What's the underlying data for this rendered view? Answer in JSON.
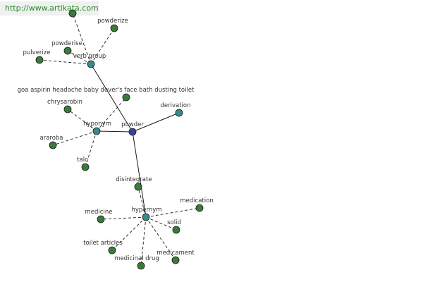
{
  "watermark": "http://www.artikata.com",
  "colors": {
    "center": "#3a44a0",
    "relation": "#3a8a8a",
    "leaf": "#3a7a3a",
    "edge": "#1a1a1a"
  },
  "nodes": [
    {
      "id": "powder",
      "label": "powder",
      "kind": "center"
    },
    {
      "id": "verb_group",
      "label": "verb group",
      "kind": "relation"
    },
    {
      "id": "hyponym",
      "label": "hyponym",
      "kind": "relation"
    },
    {
      "id": "derivation",
      "label": "derivation",
      "kind": "relation"
    },
    {
      "id": "hypernym",
      "label": "hypernym",
      "kind": "relation"
    },
    {
      "id": "powderize",
      "label": "powderize",
      "kind": "leaf"
    },
    {
      "id": "powderise",
      "label": "powderise",
      "kind": "leaf"
    },
    {
      "id": "pulverize",
      "label": "pulverize",
      "kind": "leaf"
    },
    {
      "id": "vg_top",
      "label": "",
      "kind": "leaf"
    },
    {
      "id": "goa",
      "label": "goa aspirin headache baby dover's face bath dusting toilet",
      "kind": "leaf"
    },
    {
      "id": "chrysarobin",
      "label": "chrysarobin",
      "kind": "leaf"
    },
    {
      "id": "araroba",
      "label": "araroba",
      "kind": "leaf"
    },
    {
      "id": "talc",
      "label": "talc",
      "kind": "leaf"
    },
    {
      "id": "disintegrate",
      "label": "disintegrate",
      "kind": "leaf"
    },
    {
      "id": "medication",
      "label": "medication",
      "kind": "leaf"
    },
    {
      "id": "medicine",
      "label": "medicine",
      "kind": "leaf"
    },
    {
      "id": "solid",
      "label": "solid",
      "kind": "leaf"
    },
    {
      "id": "toilet_articles",
      "label": "toilet articles",
      "kind": "leaf"
    },
    {
      "id": "medicament",
      "label": "medicament",
      "kind": "leaf"
    },
    {
      "id": "medicinal_drug",
      "label": "medicinal drug",
      "kind": "leaf"
    }
  ],
  "edges": [
    {
      "from": "powder",
      "to": "verb_group",
      "style": "solid"
    },
    {
      "from": "powder",
      "to": "hyponym",
      "style": "solid"
    },
    {
      "from": "powder",
      "to": "derivation",
      "style": "solid"
    },
    {
      "from": "powder",
      "to": "hypernym",
      "style": "solid"
    },
    {
      "from": "verb_group",
      "to": "powderize",
      "style": "dashed"
    },
    {
      "from": "verb_group",
      "to": "powderise",
      "style": "dashed"
    },
    {
      "from": "verb_group",
      "to": "pulverize",
      "style": "dashed"
    },
    {
      "from": "verb_group",
      "to": "vg_top",
      "style": "dashed"
    },
    {
      "from": "hyponym",
      "to": "goa",
      "style": "dashed"
    },
    {
      "from": "hyponym",
      "to": "chrysarobin",
      "style": "dashed"
    },
    {
      "from": "hyponym",
      "to": "araroba",
      "style": "dashed"
    },
    {
      "from": "hyponym",
      "to": "talc",
      "style": "dashed"
    },
    {
      "from": "hypernym",
      "to": "disintegrate",
      "style": "dashed"
    },
    {
      "from": "hypernym",
      "to": "medication",
      "style": "dashed"
    },
    {
      "from": "hypernym",
      "to": "medicine",
      "style": "dashed"
    },
    {
      "from": "hypernym",
      "to": "solid",
      "style": "dashed"
    },
    {
      "from": "hypernym",
      "to": "toilet_articles",
      "style": "dashed"
    },
    {
      "from": "hypernym",
      "to": "medicament",
      "style": "dashed"
    },
    {
      "from": "hypernym",
      "to": "medicinal_drug",
      "style": "dashed"
    }
  ]
}
